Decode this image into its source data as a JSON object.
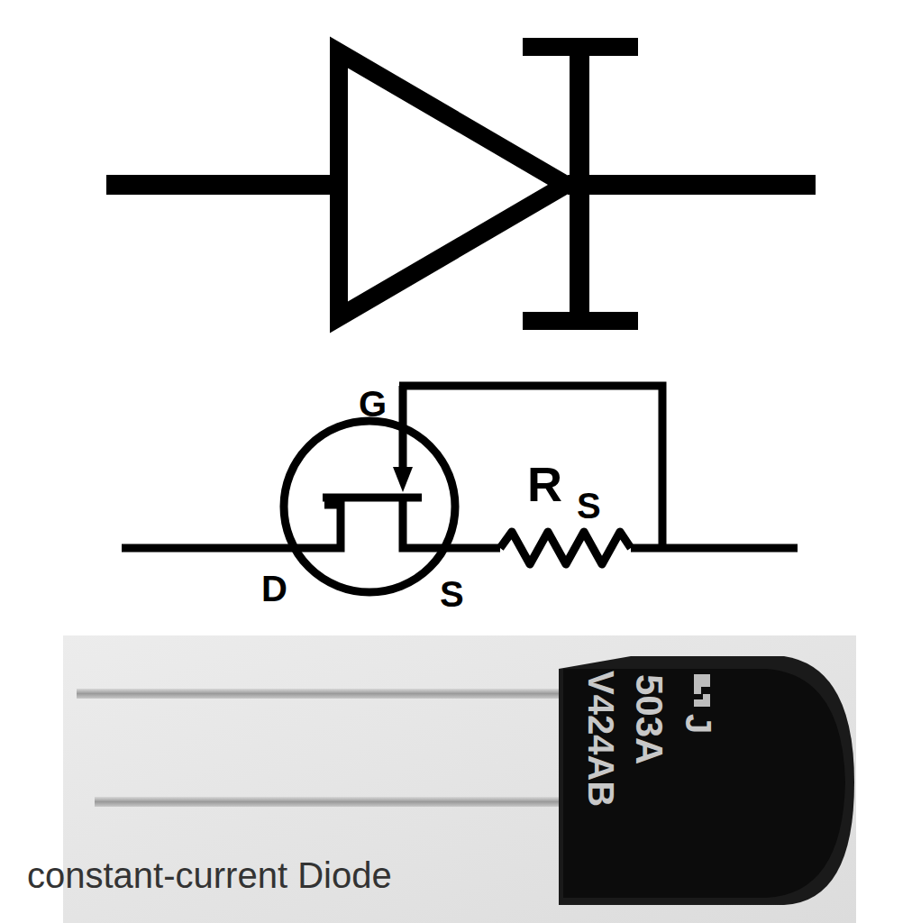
{
  "diagram": {
    "caption": "constant-current Diode",
    "labels": [
      "G",
      "D",
      "S",
      "R",
      "S",
      "J",
      "503A",
      "V424AB"
    ]
  }
}
